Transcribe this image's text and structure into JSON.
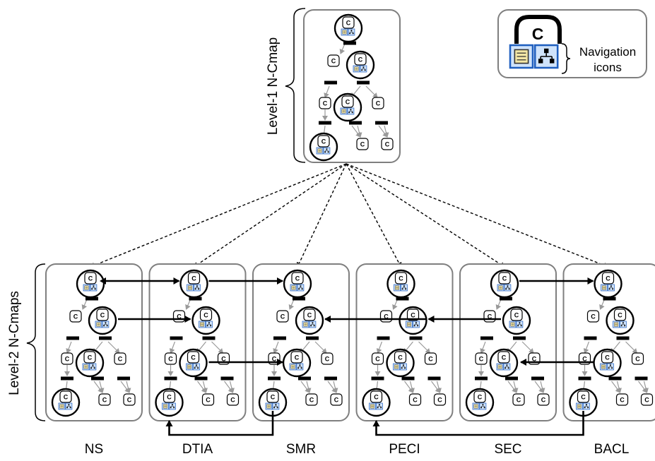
{
  "node_letter": "C",
  "legend": {
    "big_letter": "C",
    "text_line1": "Navigation",
    "text_line2": "icons"
  },
  "level1": {
    "label": "Level-1 N-Cmap"
  },
  "level2": {
    "label": "Level-2 N-Cmaps",
    "panels": [
      {
        "name": "NS"
      },
      {
        "name": "DTIA"
      },
      {
        "name": "SMR"
      },
      {
        "name": "PECI"
      },
      {
        "name": "SEC"
      },
      {
        "name": "BACL"
      }
    ]
  },
  "colors": {
    "panel_border": "#7f7f7f",
    "node_border": "#000000",
    "gray_arrow": "#9a9a9a",
    "doc_icon": "#f2e6a6",
    "tree_icon": "#5a8fd0",
    "icon_border": "#1f5fbf"
  }
}
